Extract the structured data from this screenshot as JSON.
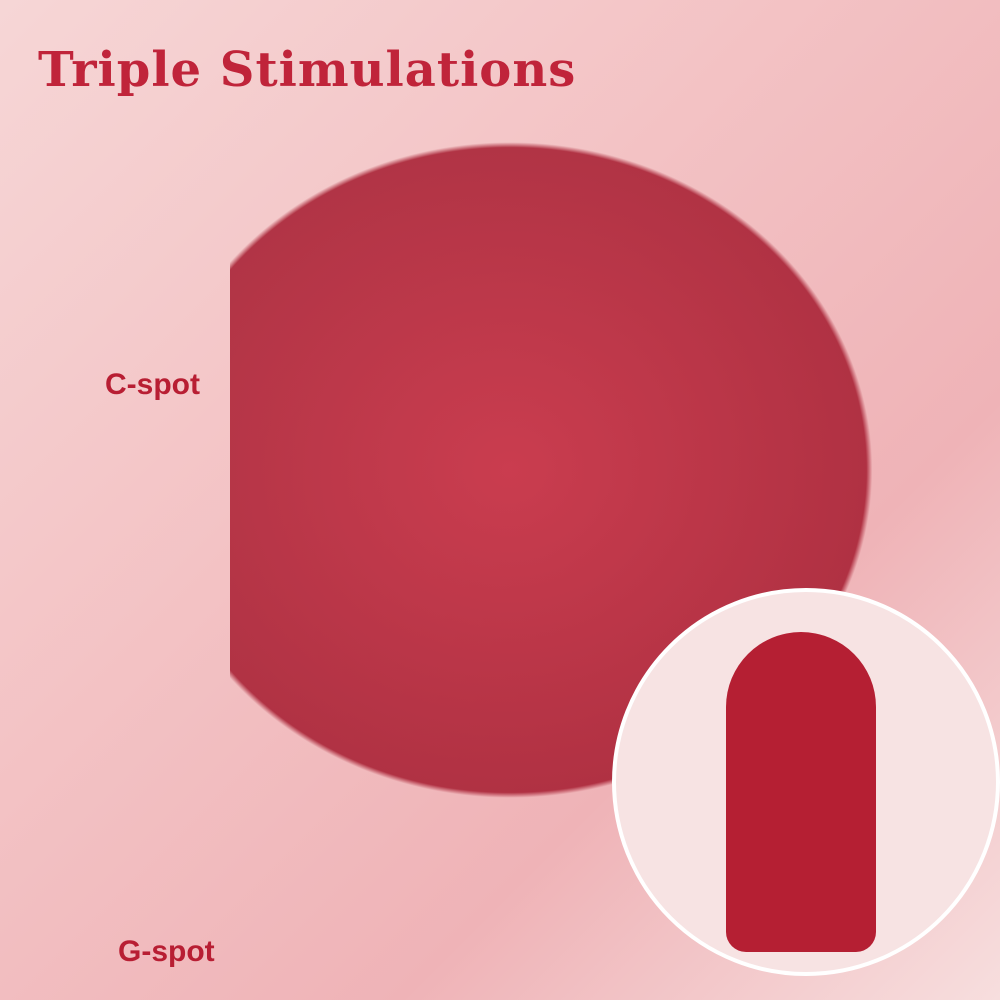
{
  "title": "Triple Stimulations",
  "labels": {
    "c_spot": "C-spot",
    "g_spot": "G-spot"
  },
  "colors": {
    "accent": "#c0243a",
    "background": "#f3c2c4"
  }
}
